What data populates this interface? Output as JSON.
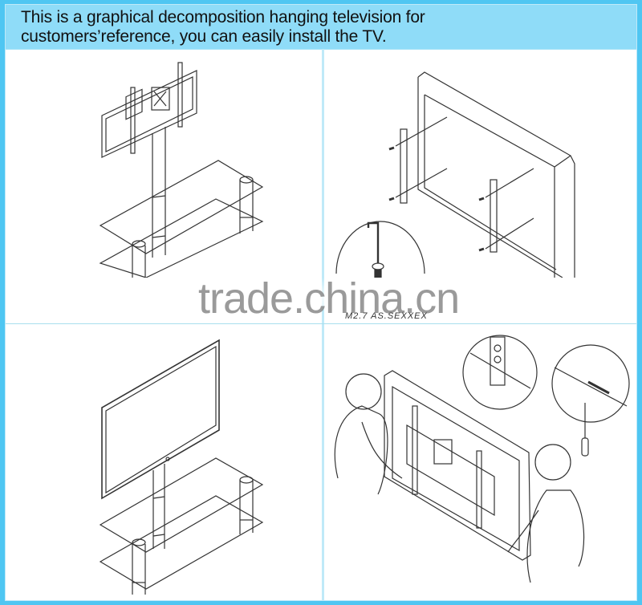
{
  "header": {
    "line1": "This is a graphical decomposition hanging television for",
    "line2": "customers’reference, you can easily install the TV."
  },
  "panels": [
    {
      "id": "step-1",
      "description": "TV stand with bracket mounted on pole above two glass shelves"
    },
    {
      "id": "step-2",
      "description": "Attaching vertical brackets to back of TV with screws"
    },
    {
      "id": "step-3",
      "description": "TV mounted on glass stand"
    },
    {
      "id": "step-4",
      "description": "Two people hanging TV onto wall plate with detail callouts"
    }
  ],
  "caption": "M2.7 AS.SEXXEX",
  "watermark": "trade.china.cn",
  "colors": {
    "border": "#4fc6f2",
    "header_bg": "#8fdcf8",
    "divider": "#bfeaf8",
    "line": "#333333"
  }
}
